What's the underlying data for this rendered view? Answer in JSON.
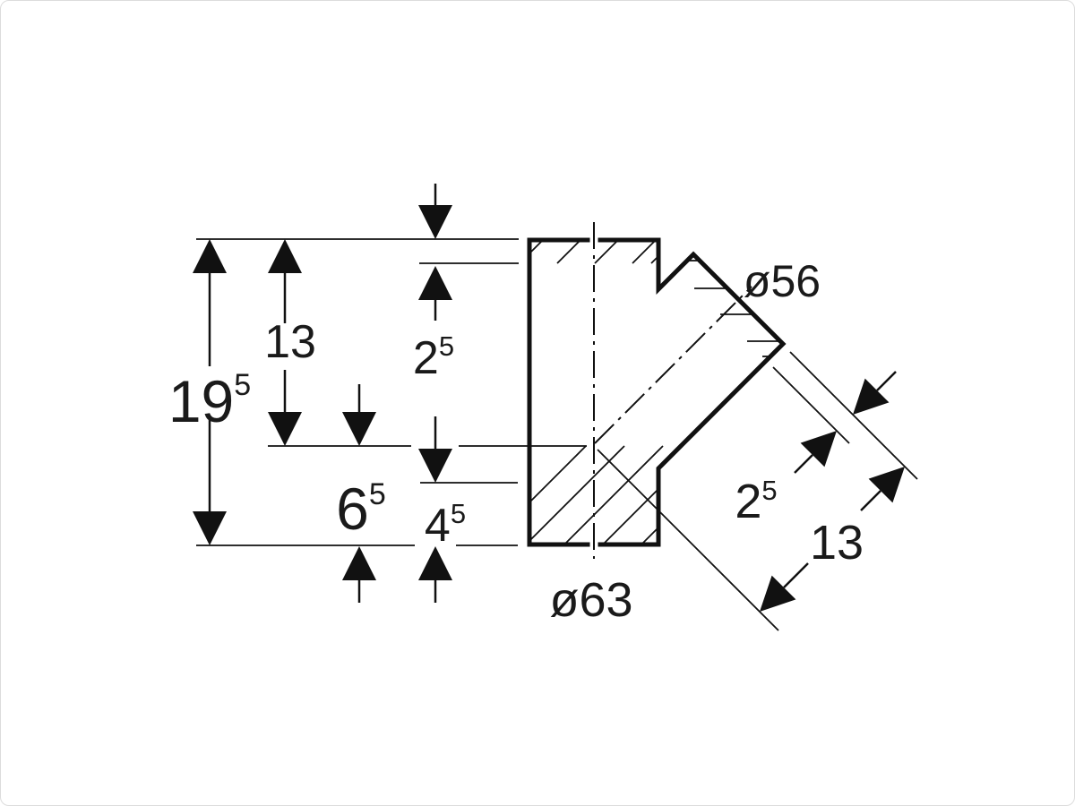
{
  "colors": {
    "line": "#111111",
    "text": "#1a1a1a",
    "background": "#ffffff",
    "frame_border": "#dcdcdc"
  },
  "drawing_type": "sectioned technical drawing of 45-degree pipe fitting with dimensions",
  "dimensions": {
    "total_height": {
      "base": "19",
      "sup": "5"
    },
    "upper_height": {
      "base": "13",
      "sup": ""
    },
    "top_wall_thickness": {
      "base": "2",
      "sup": "5"
    },
    "lower_height": {
      "base": "6",
      "sup": "5"
    },
    "socket_depth": {
      "base": "4",
      "sup": "5"
    },
    "branch_wall_thickness": {
      "base": "2",
      "sup": "5"
    },
    "branch_length": {
      "base": "13",
      "sup": ""
    },
    "outlet_diameter": {
      "base": "ø56",
      "sup": ""
    },
    "socket_diameter": {
      "base": "ø63",
      "sup": ""
    }
  }
}
